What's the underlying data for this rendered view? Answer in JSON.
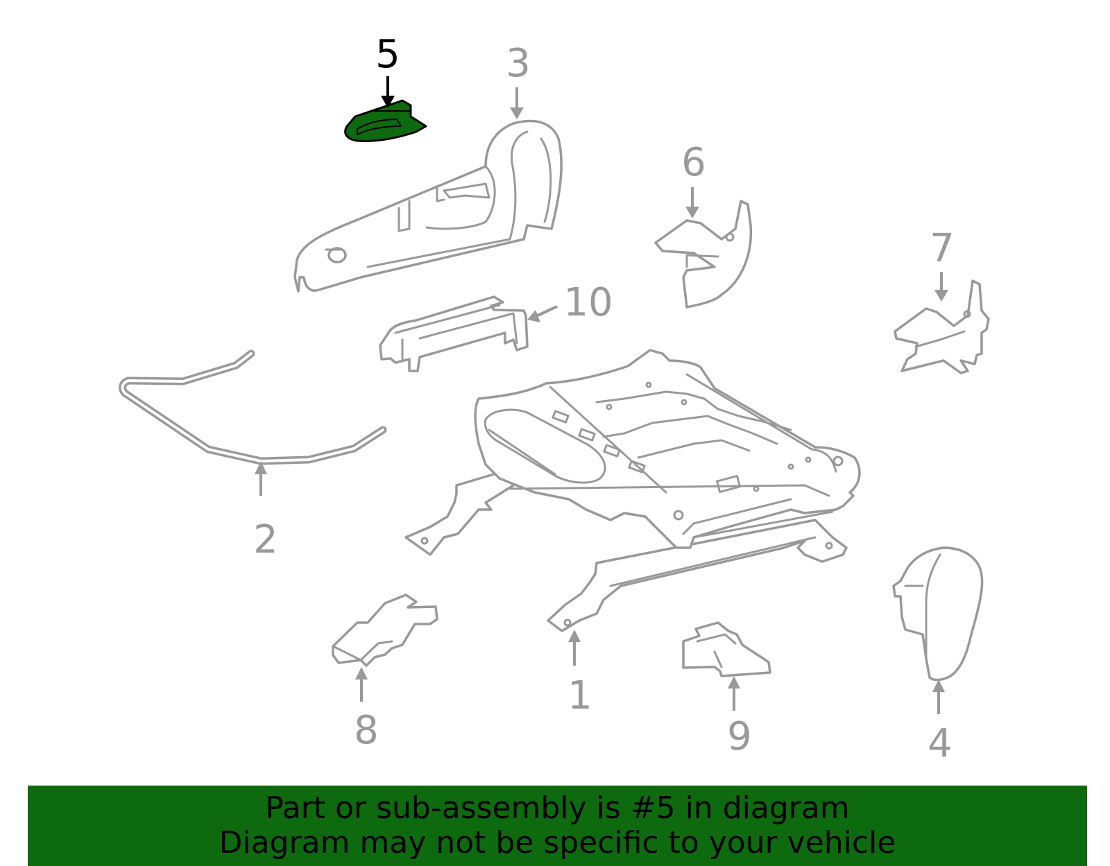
{
  "diagram": {
    "highlight_color": "#0e6a0e",
    "line_color": "#999999",
    "highlighted_part": "5",
    "callouts": {
      "c1": "1",
      "c2": "2",
      "c3": "3",
      "c4": "4",
      "c5": "5",
      "c6": "6",
      "c7": "7",
      "c8": "8",
      "c9": "9",
      "c10": "10"
    }
  },
  "banner": {
    "background": "#0e6a0e",
    "line1": "Part or sub-assembly is #5 in diagram",
    "line2": "Diagram may not be specific to your vehicle"
  }
}
